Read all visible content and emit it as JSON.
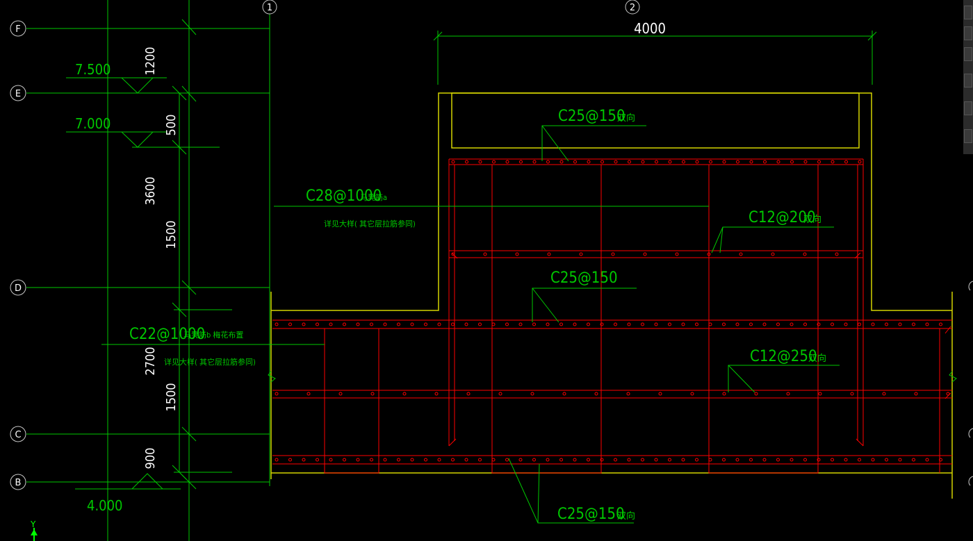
{
  "colors": {
    "background": "#000000",
    "grid_and_dims": "#00c800",
    "rebar": "#ff0000",
    "concrete_outline": "#d4d400",
    "label_text": "#00c800",
    "axis_indicator": "#00ff00"
  },
  "grid_axes": {
    "columns": [
      "1",
      "2"
    ],
    "rows": [
      "F",
      "E",
      "D",
      "C",
      "B"
    ]
  },
  "elevations": {
    "e1": "7.500",
    "e2": "7.000",
    "e3": "4.000"
  },
  "dimensions": {
    "top_width": "4000",
    "d_1200": "1200",
    "d_500": "500",
    "d_3600": "3600",
    "d_1500_upper": "1500",
    "d_2700": "2700",
    "d_1500_lower": "1500",
    "d_900": "900"
  },
  "rebar_labels": {
    "r1": "C25@150",
    "r1_note": "双向",
    "r2": "C28@1000",
    "r2_suffix": "马凳筋a",
    "r2_note": "详见大样( 其它层拉筋参同)",
    "r3": "C12@200",
    "r3_note": "双向",
    "r4": "C25@150",
    "r5": "C22@1000",
    "r5_suffix": "马凳筋b 梅花布置",
    "r5_note": "详见大样( 其它层拉筋参同)",
    "r6": "C12@250",
    "r6_note": "双向",
    "r7": "C25@150",
    "r7_note": "双向"
  },
  "ucs": {
    "y_label": "Y"
  },
  "toolbar": {
    "icons": [
      "zoom-icon",
      "cube-front-icon",
      "cube-side-icon",
      "box-icon",
      "orbit-icon",
      "grid-icon"
    ]
  }
}
